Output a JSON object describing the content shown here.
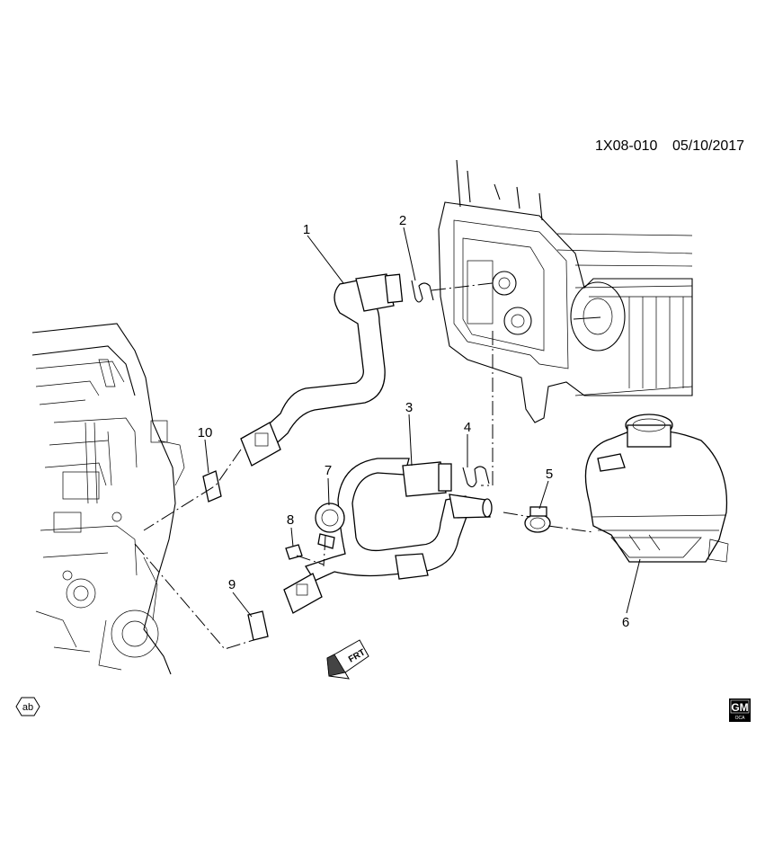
{
  "header": {
    "diagram_id": "1X08-010",
    "date": "05/10/2017"
  },
  "callouts": [
    {
      "number": "1"
    },
    {
      "number": "2"
    },
    {
      "number": "3"
    },
    {
      "number": "4"
    },
    {
      "number": "5"
    },
    {
      "number": "6"
    },
    {
      "number": "7"
    },
    {
      "number": "8"
    },
    {
      "number": "9"
    },
    {
      "number": "10"
    }
  ],
  "direction_arrow": {
    "label": "FRT"
  },
  "footer": {
    "ab_badge": "ab",
    "gm_logo": "GM",
    "gm_logo_sub": "OCA"
  }
}
